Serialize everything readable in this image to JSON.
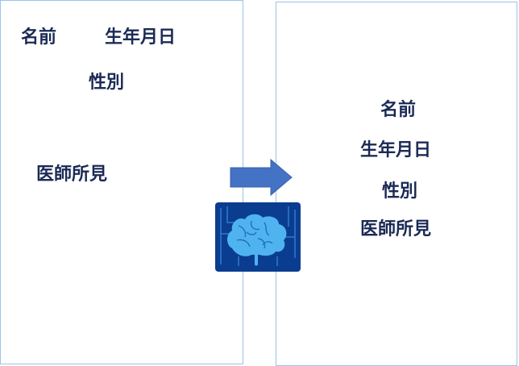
{
  "left_form": {
    "name": "名前",
    "birthdate": "生年月日",
    "sex": "性別",
    "findings": "医師所見"
  },
  "right_form": {
    "name": "名前",
    "birthdate": "生年月日",
    "sex": "性別",
    "findings": "医師所見"
  },
  "colors": {
    "arrow": "#4472c4",
    "text": "#1b2a55",
    "border": "#9cc3e6",
    "chip": "#0a3d8f",
    "brain": "#4fb3f0"
  }
}
